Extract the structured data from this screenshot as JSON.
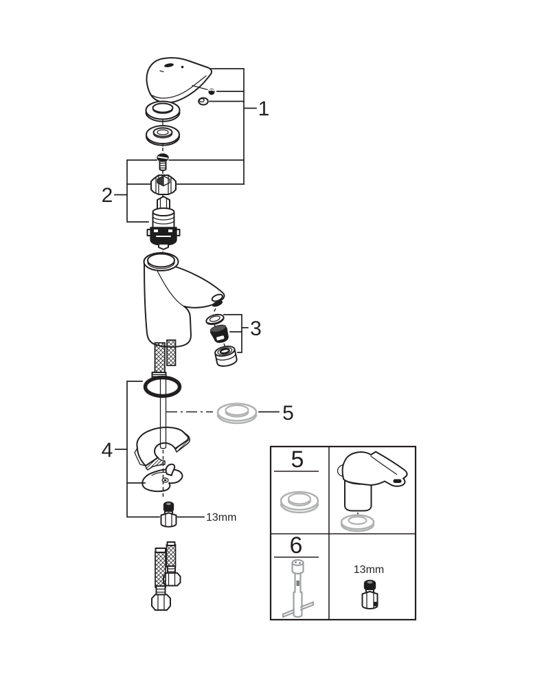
{
  "diagram": {
    "title": "faucet exploded parts diagram",
    "callouts": {
      "c1": "1",
      "c2": "2",
      "c3": "3",
      "c4": "4",
      "c5": "5"
    },
    "wrench_size": "13mm",
    "inset": {
      "cell5": "5",
      "cell6": "6",
      "wrench_size": "13mm"
    }
  },
  "colors": {
    "line": "#231f20",
    "gray": "#b0b2b1",
    "tool": "#9da0a2",
    "dark": "#1d1d1d",
    "background": "#ffffff"
  }
}
